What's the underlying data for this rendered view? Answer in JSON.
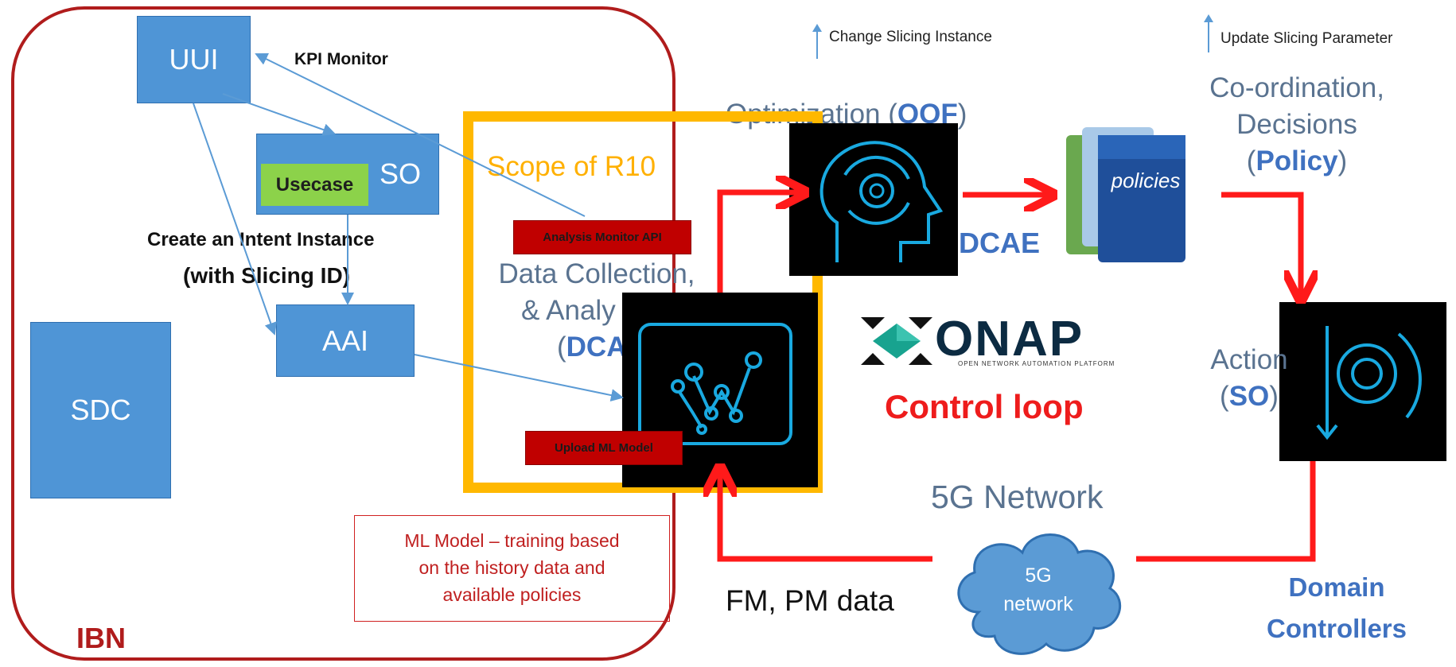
{
  "ibn": {
    "label": "IBN"
  },
  "uui": {
    "label": "UUI"
  },
  "so_box": {
    "label": "SO",
    "usecase": "Usecase"
  },
  "aai": {
    "label": "AAI"
  },
  "sdc": {
    "label": "SDC"
  },
  "labels": {
    "kpi_monitor": "KPI Monitor",
    "create_intent_line1": "Create an Intent Instance",
    "create_intent_line2": "(with Slicing ID)",
    "scope": "Scope of R10",
    "analysis_monitor_api": "Analysis Monitor API",
    "upload_ml_model": "Upload ML Model",
    "data_collection_line1": "Data Collection,",
    "data_collection_line2": "& Analy",
    "data_collection_paren": "(",
    "data_collection_dcae": "DCAE",
    "optimization_text": "Optimization (",
    "optimization_oof": "OOF",
    "optimization_close": ")",
    "dcae_center": "DCAE",
    "policies_card": "policies",
    "coordination_line1": "Co-ordination,",
    "coordination_line2": "Decisions",
    "coordination_open": "(",
    "coordination_policy": "Policy",
    "coordination_close": ")",
    "onap_logo": "ONAP",
    "onap_tagline": "OPEN NETWORK AUTOMATION PLATFORM",
    "control_loop": "Control loop",
    "action_text": "Action",
    "action_open": "(",
    "action_so": "SO",
    "action_close": ")",
    "network_5g_title": "5G Network",
    "cloud_line1": "5G",
    "cloud_line2": "network",
    "fm_pm_data": "FM, PM data",
    "domain_line1": "Domain",
    "domain_line2": "Controllers",
    "ml_model_line1": "ML Model – training based",
    "ml_model_line2": "on the history data and",
    "ml_model_line3": "available policies",
    "legend_change": "Change Slicing Instance",
    "legend_update": "Update Slicing Parameter"
  },
  "colors": {
    "ibn_red": "#b01c1c",
    "scope_orange": "#ffb800",
    "box_blue": "#4f95d6",
    "arrow_red": "#ff1a1a",
    "line_blue": "#5b9bd5",
    "usecase_green": "#8cd24a",
    "icon_cyan": "#19a9e0"
  }
}
